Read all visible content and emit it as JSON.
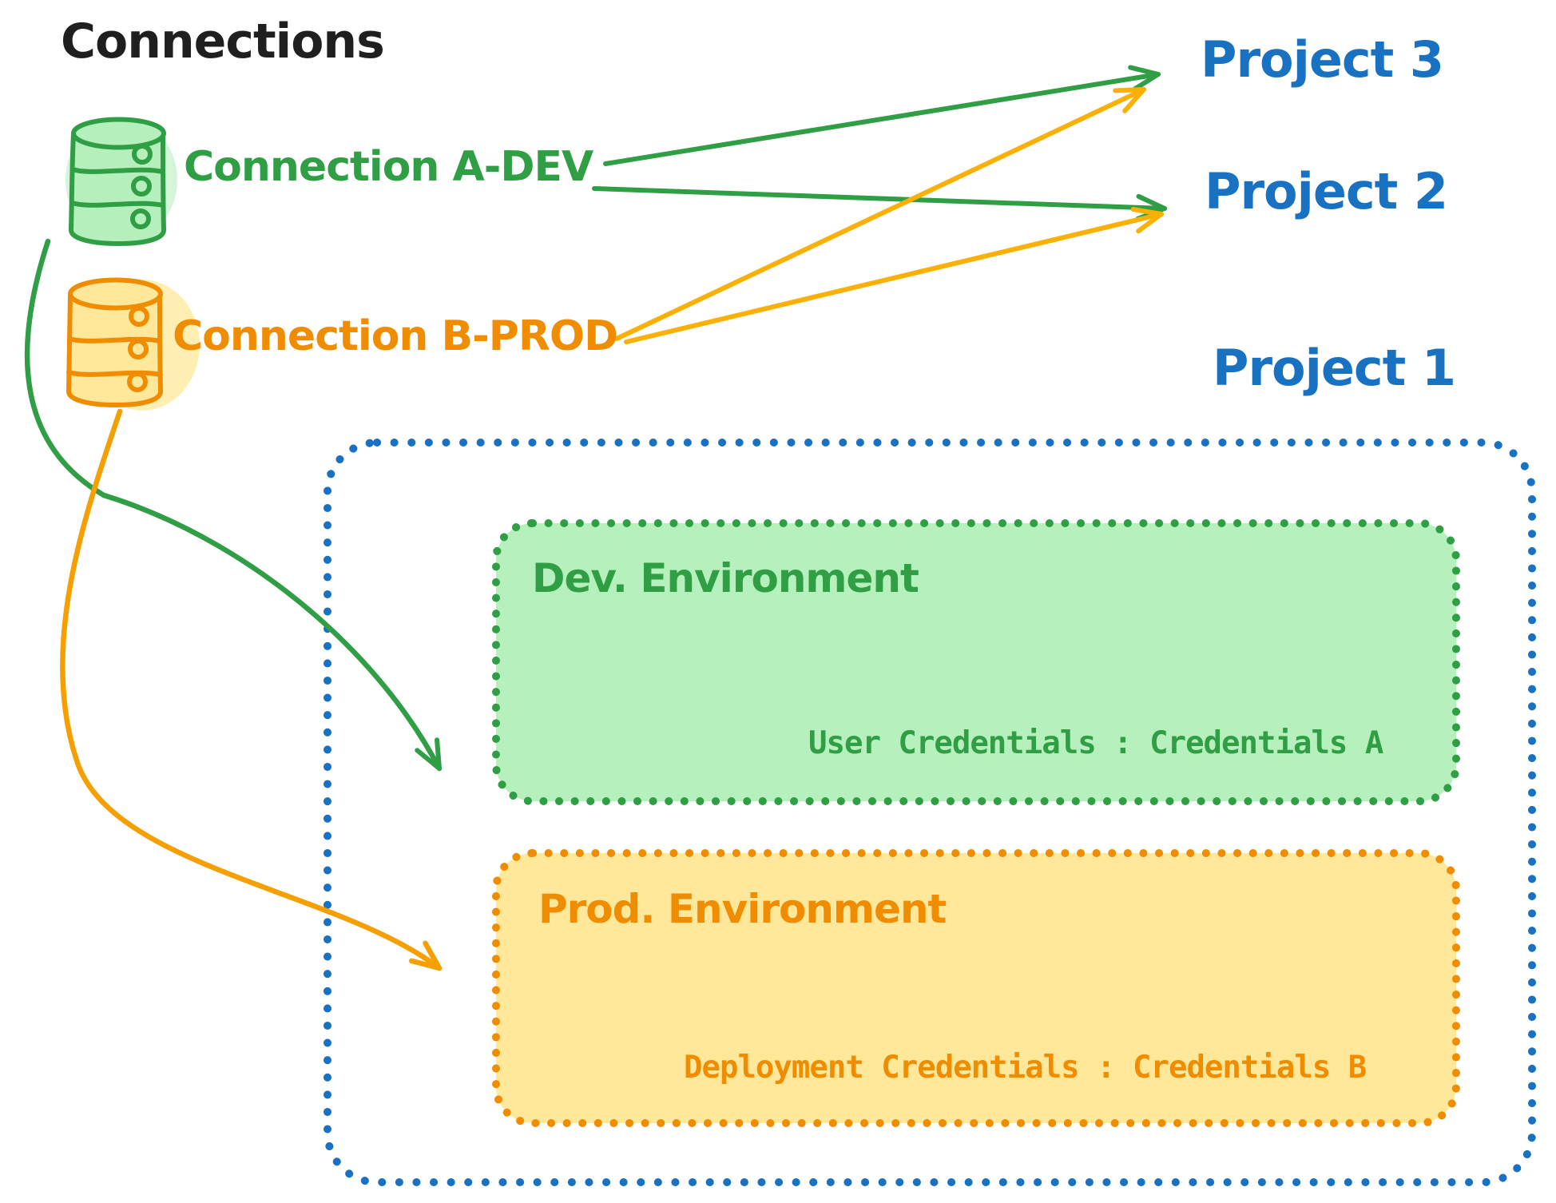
{
  "title": "Connections",
  "colors": {
    "black": "#1f1f1f",
    "blue": "#1971c2",
    "green": "#2f9e44",
    "green_fill": "#b6f1bd",
    "orange": "#f08c00",
    "orange_fill": "#ffe89a",
    "orange_arrow_straight": "#fab005",
    "orange_arrow_curved": "#f59f00"
  },
  "connections": [
    {
      "label": "Connection A-DEV",
      "icon": "database-icon",
      "color": "#2f9e44"
    },
    {
      "label": "Connection B-PROD",
      "icon": "database-icon",
      "color": "#f08c00"
    }
  ],
  "projects": [
    {
      "label": "Project 3"
    },
    {
      "label": "Project 2"
    },
    {
      "label": "Project 1"
    }
  ],
  "project1_detail": {
    "environments": [
      {
        "name": "Dev. Environment",
        "credential_assignment": "User Credentials : Credentials A",
        "color": "#2f9e44"
      },
      {
        "name": "Prod. Environment",
        "credential_assignment": "Deployment Credentials : Credentials B",
        "color": "#f08c00"
      }
    ]
  },
  "edges": [
    {
      "from": "Connection A-DEV",
      "to": "Project 3",
      "style": "straight",
      "color": "green"
    },
    {
      "from": "Connection A-DEV",
      "to": "Project 2",
      "style": "straight",
      "color": "green"
    },
    {
      "from": "Connection A-DEV",
      "to": "Dev. Environment (Project 1)",
      "style": "curved",
      "color": "green"
    },
    {
      "from": "Connection B-PROD",
      "to": "Project 3",
      "style": "straight",
      "color": "orange"
    },
    {
      "from": "Connection B-PROD",
      "to": "Project 2",
      "style": "straight",
      "color": "orange"
    },
    {
      "from": "Connection B-PROD",
      "to": "Prod. Environment (Project 1)",
      "style": "curved",
      "color": "orange"
    }
  ]
}
